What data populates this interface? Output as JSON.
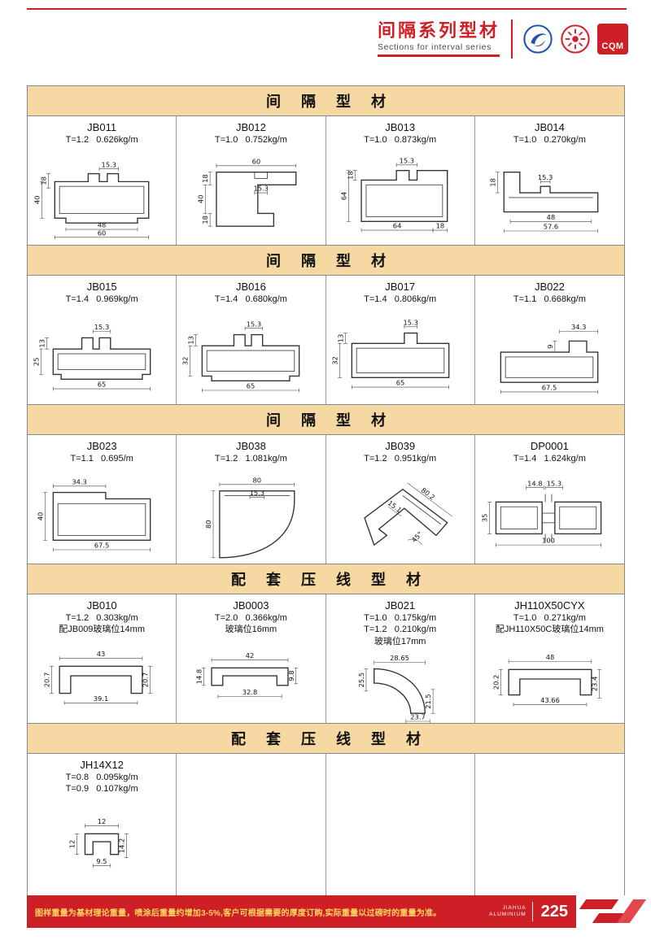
{
  "header": {
    "title": "间隔系列型材",
    "subtitle": "Sections for interval series",
    "logos": {
      "cqm_label": "CQM"
    }
  },
  "sections": [
    {
      "banner": "间 隔 型 材",
      "cells": [
        {
          "code": "JB011",
          "specs": [
            "T=1.2   0.626kg/m"
          ],
          "dims": [
            "15.3",
            "18",
            "40",
            "48",
            "60"
          ]
        },
        {
          "code": "JB012",
          "specs": [
            "T=1.0   0.752kg/m"
          ],
          "dims": [
            "60",
            "15.3",
            "18",
            "40",
            "18"
          ]
        },
        {
          "code": "JB013",
          "specs": [
            "T=1.0   0.873kg/m"
          ],
          "dims": [
            "18",
            "15.3",
            "64",
            "64",
            "18"
          ]
        },
        {
          "code": "JB014",
          "specs": [
            "T=1.0   0.270kg/m"
          ],
          "dims": [
            "18",
            "15.3",
            "48",
            "57.6"
          ]
        }
      ]
    },
    {
      "banner": "间 隔 型 材",
      "cells": [
        {
          "code": "JB015",
          "specs": [
            "T=1.4   0.969kg/m"
          ],
          "dims": [
            "13",
            "15.3",
            "25",
            "65"
          ]
        },
        {
          "code": "JB016",
          "specs": [
            "T=1.4   0.680kg/m"
          ],
          "dims": [
            "13",
            "15.3",
            "32",
            "65"
          ]
        },
        {
          "code": "JB017",
          "specs": [
            "T=1.4   0.806kg/m"
          ],
          "dims": [
            "13",
            "15.3",
            "32",
            "65"
          ]
        },
        {
          "code": "JB022",
          "specs": [
            "T=1.1   0.668kg/m"
          ],
          "dims": [
            "34.3",
            "9",
            "67.5"
          ]
        }
      ]
    },
    {
      "banner": "间 隔 型 材",
      "cells": [
        {
          "code": "JB023",
          "specs": [
            "T=1.1   0.695/m"
          ],
          "dims": [
            "34.3",
            "40",
            "67.5"
          ]
        },
        {
          "code": "JB038",
          "specs": [
            "T=1.2   1.081kg/m"
          ],
          "dims": [
            "80",
            "15.3",
            "80"
          ]
        },
        {
          "code": "JB039",
          "specs": [
            "T=1.2   0.951kg/m"
          ],
          "dims": [
            "80.2",
            "15.1",
            "45°"
          ]
        },
        {
          "code": "DP0001",
          "specs": [
            "T=1.4   1.624kg/m"
          ],
          "dims": [
            "14.8",
            "15.3",
            "35",
            "100"
          ]
        }
      ]
    },
    {
      "banner": "配 套 压 线 型 材",
      "cells": [
        {
          "code": "JB010",
          "specs": [
            "T=1.2   0.303kg/m",
            "配JB009玻璃位14mm"
          ],
          "dims": [
            "43",
            "20.7",
            "20.7",
            "39.1"
          ]
        },
        {
          "code": "JB0003",
          "specs": [
            "T=2.0   0.366kg/m",
            "玻璃位16mm"
          ],
          "dims": [
            "42",
            "14.8",
            "9.8",
            "32.8"
          ]
        },
        {
          "code": "JB021",
          "specs": [
            "T=1.0   0.175kg/m",
            "T=1.2   0.210kg/m",
            "玻璃位17mm"
          ],
          "dims": [
            "28.65",
            "25.5",
            "21.5",
            "23.7"
          ]
        },
        {
          "code": "JH110X50CYX",
          "specs": [
            "T=1.0   0.271kg/m",
            "配JH110X50C玻璃位14mm"
          ],
          "dims": [
            "48",
            "20.2",
            "23.4",
            "43.66"
          ]
        }
      ]
    },
    {
      "banner": "配 套 压 线 型 材",
      "cells": [
        {
          "code": "JH14X12",
          "specs": [
            "T=0.8   0.095kg/m",
            "T=0.9   0.107kg/m"
          ],
          "dims": [
            "12",
            "12",
            "14.2",
            "9.5"
          ]
        },
        {
          "code": "",
          "specs": [],
          "dims": []
        },
        {
          "code": "",
          "specs": [],
          "dims": []
        },
        {
          "code": "",
          "specs": [],
          "dims": []
        }
      ]
    }
  ],
  "footer": {
    "note": "图样重量为基材理论重量，喷涂后重量约增加3-5%,客户可根据需要的厚度订购,实际重量以过磅时的重量为准。",
    "brand_line1": "JIAHUA",
    "brand_line2": "ALUMINIUM",
    "page": "225"
  },
  "colors": {
    "accent_red": "#cf1f26",
    "banner_tan": "#f5d8a2",
    "note_yellow": "#ffd75e"
  }
}
